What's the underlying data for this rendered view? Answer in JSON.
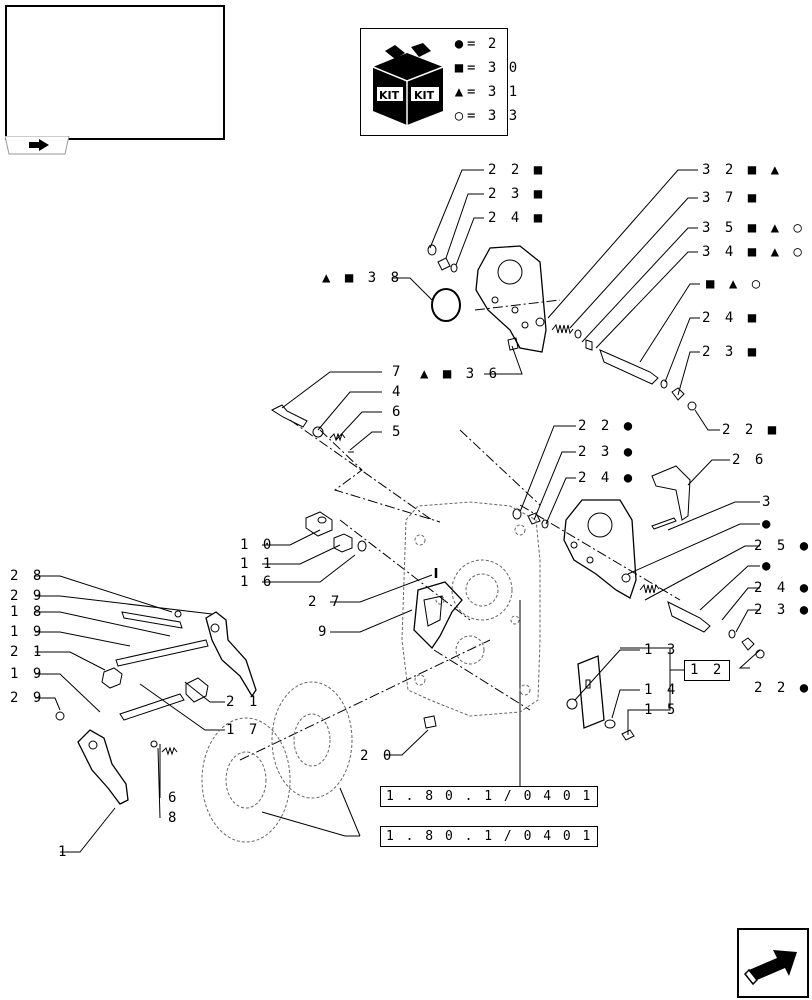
{
  "kit": {
    "title": "KIT",
    "rows": [
      {
        "symbol": "●",
        "label": "= 2"
      },
      {
        "symbol": "■",
        "label": "= 3 0"
      },
      {
        "symbol": "▲",
        "label": "= 3 1"
      },
      {
        "symbol": "○",
        "label": "= 3 3"
      }
    ]
  },
  "callouts": {
    "c7": "7",
    "c4": "4",
    "c6a": "6",
    "c5": "5",
    "c22a": "2 2  ■",
    "c23a": "2 3  ■",
    "c24a": "2 4  ■",
    "c38": "▲ ■ 3 8",
    "c36": "▲ ■ 3 6",
    "c32": "3 2  ■ ▲",
    "c37": "3 7  ■",
    "c35": "3 5  ■ ▲ ○",
    "c34": "3 4  ■ ▲ ○",
    "csym": "■ ▲ ○",
    "c24b": "2 4  ■",
    "c23b": "2 3  ■",
    "c22b": "2 2  ■",
    "c22c": "2 2 ●",
    "c23c": "2 3 ●",
    "c24c": "2 4 ●",
    "c26": "2 6",
    "c3": "3",
    "cdot1": "●",
    "c25": "2 5 ●",
    "cdot2": "●",
    "c24d": "2 4 ●",
    "c23d": "2 3 ●",
    "c22d": "2 2 ●",
    "c10": "1 0",
    "c11": "1 1",
    "c16": "1 6",
    "c27": "2 7",
    "c9": "9",
    "c28": "2 8",
    "c29a": "2 9",
    "c18": "1 8",
    "c19a": "1 9",
    "c21a": "2 1",
    "c19b": "1 9",
    "c29b": "2 9",
    "c21b": "2 1",
    "c17": "1 7",
    "c6b": "6",
    "c8": "8",
    "c1": "1",
    "c20": "2 0",
    "c13": "1 3",
    "c12": "1 2",
    "c14": "1 4",
    "c15": "1 5"
  },
  "refs": {
    "ref1": "1 . 8 0 . 1 / 0 4  0 1",
    "ref2": "1 . 8 0 . 1 / 0 4  0 1"
  },
  "icons": {
    "back": "back-arrow-icon",
    "next": "next-page-arrow-icon"
  }
}
